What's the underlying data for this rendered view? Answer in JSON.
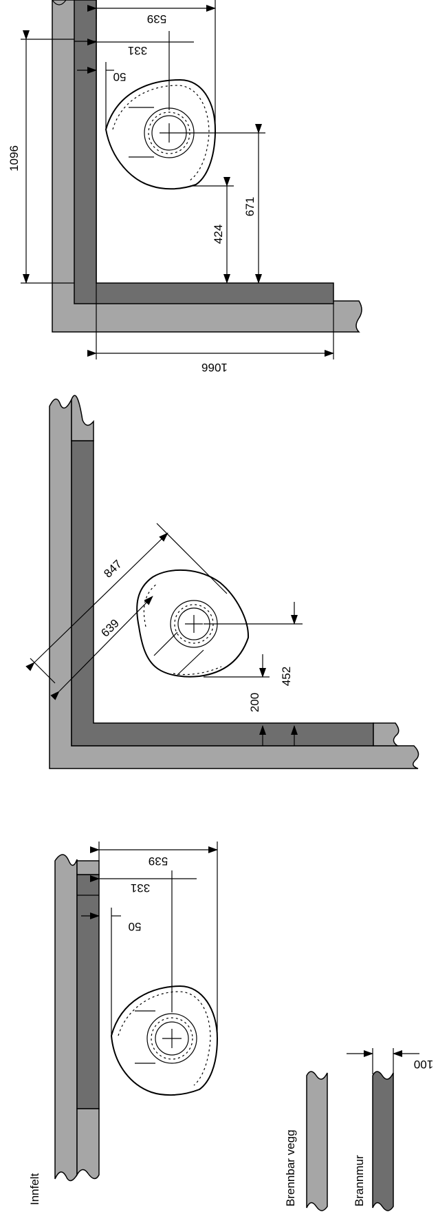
{
  "colors": {
    "combustible_wall": "#a6a6a6",
    "firewall": "#6e6e6e",
    "stroke": "#000000",
    "background": "#ffffff"
  },
  "diagram1": {
    "dim_width": "539",
    "dim_center": "331",
    "dim_wall_gap": "50",
    "dim_depth_total": "1096",
    "dim_front_gap": "424",
    "dim_center_y": "671",
    "dim_firewall_len": "1066"
  },
  "diagram2": {
    "dim_diag_outer": "847",
    "dim_diag_inner": "639",
    "dim_front_gap": "200",
    "dim_center_y": "452"
  },
  "diagram3": {
    "dim_width": "539",
    "dim_center": "331",
    "dim_wall_gap": "50"
  },
  "labels": {
    "innfelt": "Innfelt",
    "brennbar_vegg": "Brennbar vegg",
    "brannmur": "Brannmur",
    "dim_100": "100"
  }
}
